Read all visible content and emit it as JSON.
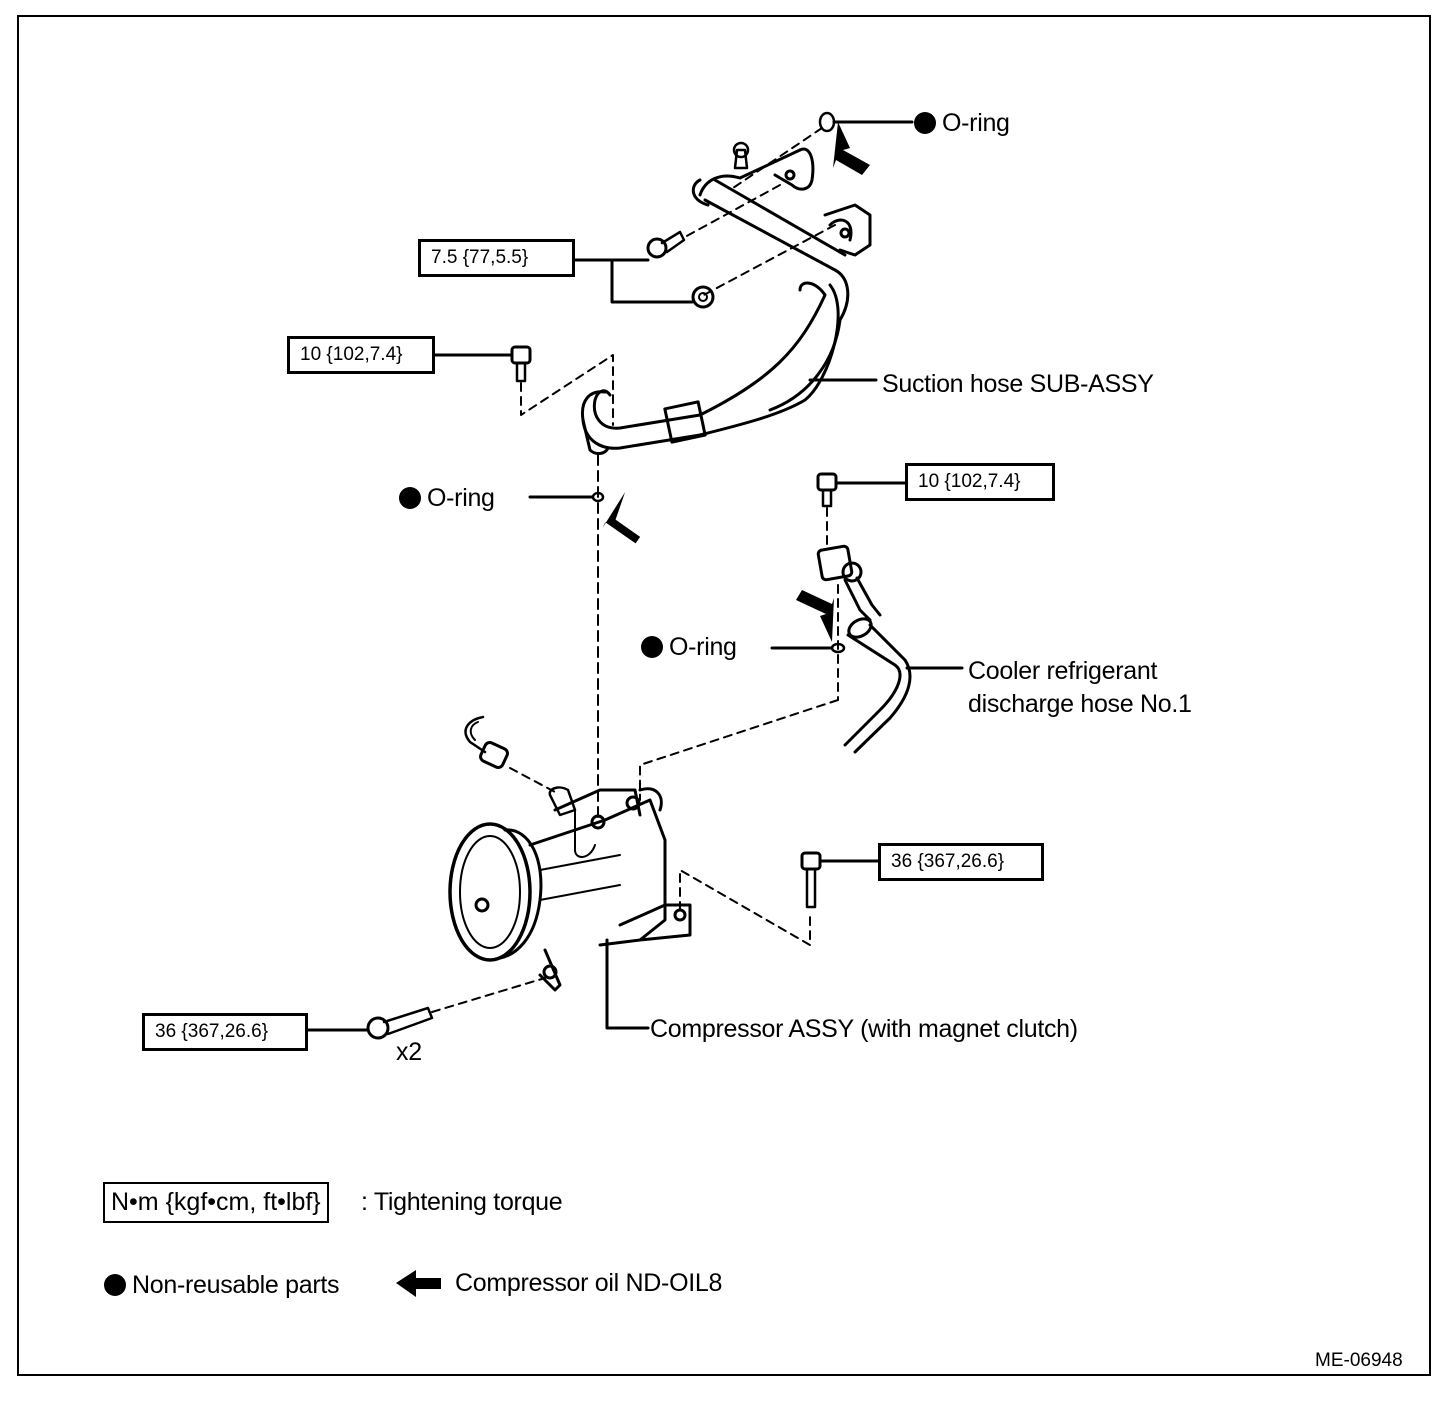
{
  "diagram": {
    "code": "ME-06948",
    "parts": {
      "suction_hose": "Suction hose SUB-ASSY",
      "discharge_hose_line1": "Cooler refrigerant",
      "discharge_hose_line2": "discharge hose No.1",
      "compressor": "Compressor ASSY (with magnet clutch)"
    },
    "o_rings": [
      {
        "label": "O-ring",
        "position": "top"
      },
      {
        "label": "O-ring",
        "position": "middle"
      },
      {
        "label": "O-ring",
        "position": "discharge"
      }
    ],
    "torques": [
      {
        "value": "7.5 {77,5.5}",
        "applies_to": "suction hose bolt and nut"
      },
      {
        "value": "10 {102,7.4}",
        "applies_to": "suction hose lower bolt"
      },
      {
        "value": "10 {102,7.4}",
        "applies_to": "discharge hose bolt"
      },
      {
        "value": "36 {367,26.6}",
        "applies_to": "compressor rear bolt"
      },
      {
        "value": "36 {367,26.6}",
        "applies_to": "compressor front bolts"
      }
    ],
    "quantity_note": "x2"
  },
  "legend": {
    "torque_unit": "N•m {kgf•cm, ft•lbf}",
    "torque_desc": ": Tightening torque",
    "non_reusable": "Non-reusable parts",
    "oil": "Compressor oil ND-OIL8"
  },
  "colors": {
    "ink": "#000000",
    "paper": "#ffffff"
  }
}
